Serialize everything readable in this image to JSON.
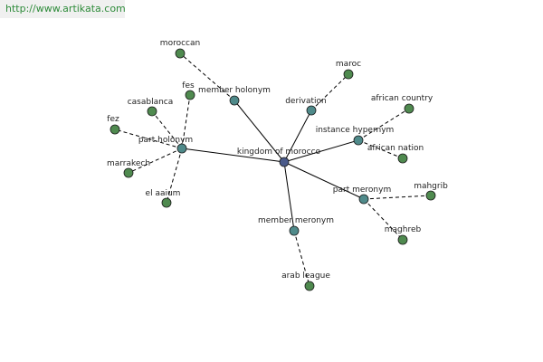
{
  "watermark": "http://www.artikata.com",
  "colors": {
    "center": "#4a5a8a",
    "relation": "#4f8a8a",
    "leaf": "#4f8a4f",
    "edge": "#000000"
  },
  "graph": {
    "center": {
      "id": "center",
      "label": "kingdom of morocco"
    },
    "relations": [
      {
        "id": "member-holonym",
        "label": "member holonym"
      },
      {
        "id": "derivation",
        "label": "derivation"
      },
      {
        "id": "part-holonym",
        "label": "part holonym"
      },
      {
        "id": "instance-hypernym",
        "label": "instance hypernym"
      },
      {
        "id": "part-meronym",
        "label": "part meronym"
      },
      {
        "id": "member-meronym",
        "label": "member meronym"
      }
    ],
    "leaves": [
      {
        "id": "moroccan",
        "label": "moroccan",
        "parent": "member-holonym"
      },
      {
        "id": "maroc",
        "label": "maroc",
        "parent": "derivation"
      },
      {
        "id": "fes",
        "label": "fes",
        "parent": "part-holonym"
      },
      {
        "id": "casablanca",
        "label": "casablanca",
        "parent": "part-holonym"
      },
      {
        "id": "fez",
        "label": "fez",
        "parent": "part-holonym"
      },
      {
        "id": "marrakech",
        "label": "marrakech",
        "parent": "part-holonym"
      },
      {
        "id": "el-aaium",
        "label": "el aaium",
        "parent": "part-holonym"
      },
      {
        "id": "african-country",
        "label": "african country",
        "parent": "instance-hypernym"
      },
      {
        "id": "african-nation",
        "label": "african nation",
        "parent": "instance-hypernym"
      },
      {
        "id": "mahgrib",
        "label": "mahgrib",
        "parent": "part-meronym"
      },
      {
        "id": "maghreb",
        "label": "maghreb",
        "parent": "part-meronym"
      },
      {
        "id": "arab-league",
        "label": "arab league",
        "parent": "member-meronym"
      }
    ]
  }
}
